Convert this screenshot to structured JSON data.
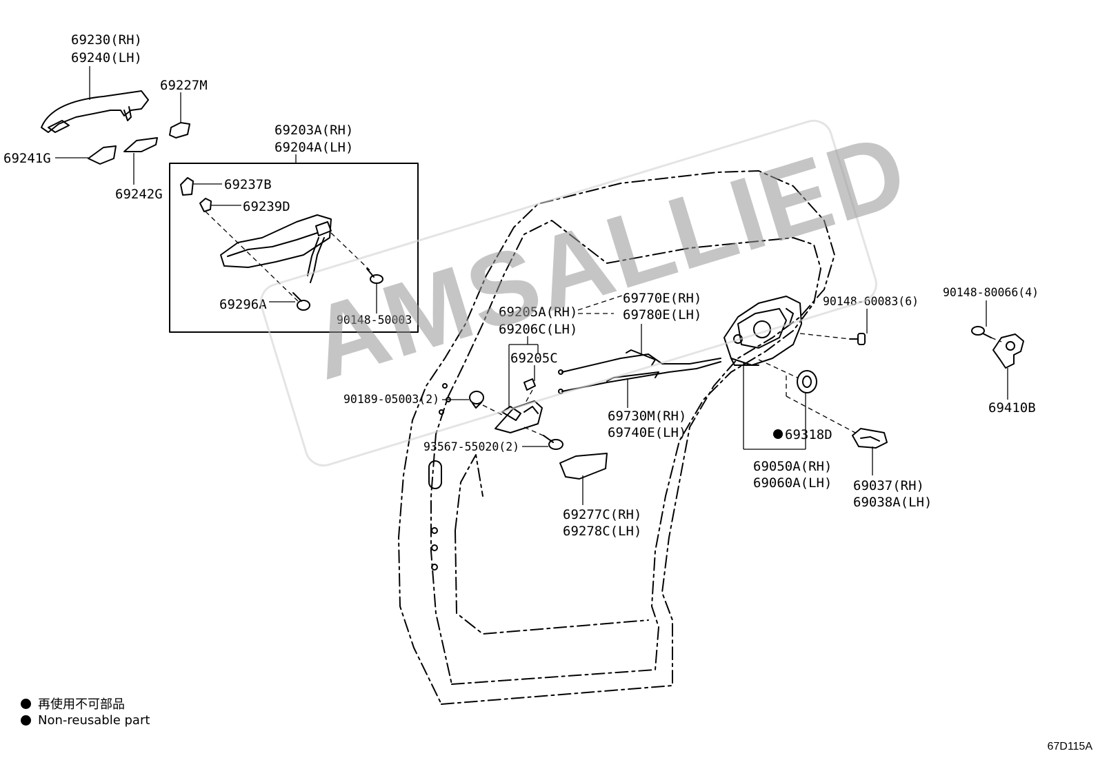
{
  "diagram": {
    "labels": {
      "l69230": "69230(RH)",
      "l69240": "69240(LH)",
      "l69227M": "69227M",
      "l69241G": "69241G",
      "l69242G": "69242G",
      "l69203A": "69203A(RH)",
      "l69204A": "69204A(LH)",
      "l69237B": "69237B",
      "l69239D": "69239D",
      "l69296A": "69296A",
      "l90148_50003": "90148-50003",
      "l69205A": "69205A(RH)",
      "l69206C": "69206C(LH)",
      "l69205C": "69205C",
      "l90189": "90189-05003(2)",
      "l93567": "93567-55020(2)",
      "l69770E": "69770E(RH)",
      "l69780E": "69780E(LH)",
      "l69730M": "69730M(RH)",
      "l69740E": "69740E(LH)",
      "l69277C": "69277C(RH)",
      "l69278C": "69278C(LH)",
      "l90148_60083": "90148-60083(6)",
      "l69318D": "69318D",
      "l69050A": "69050A(RH)",
      "l69060A": "69060A(LH)",
      "l69037": "69037(RH)",
      "l69038A": "69038A(LH)",
      "l90148_80066": "90148-80066(4)",
      "l69410B": "69410B"
    }
  },
  "legend": {
    "jp": "再使用不可部品",
    "en": "Non-reusable part"
  },
  "watermark": "AMSALLIED",
  "diagram_code": "67D115A"
}
